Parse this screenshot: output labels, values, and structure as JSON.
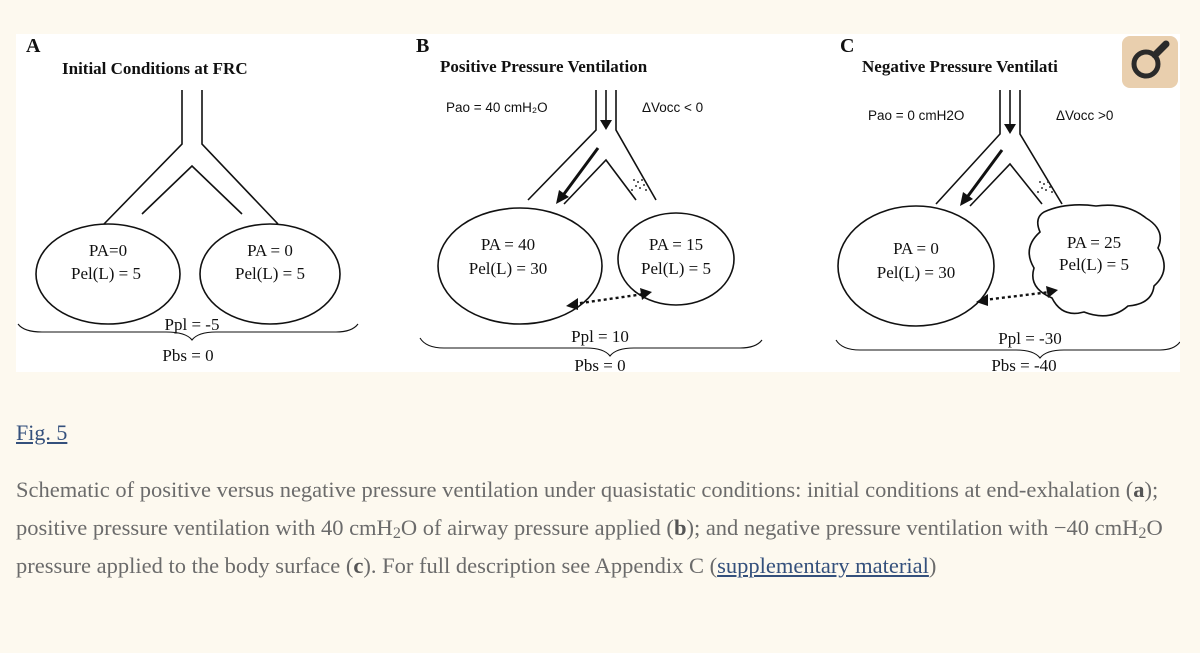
{
  "figure": {
    "panels": [
      {
        "letter": "A",
        "title": "Initial Conditions at FRC",
        "left_alveolus": {
          "pa": "PA=0",
          "pel": "Pel(L) = 5"
        },
        "right_alveolus": {
          "pa": "PA = 0",
          "pel": "Pel(L) = 5"
        },
        "ppl": "Ppl = -5",
        "pbs": "Pbs = 0"
      },
      {
        "letter": "B",
        "title": "Positive Pressure Ventilation",
        "pao": "Pao = 40 cmH₂O",
        "dvocc": "ΔVocc < 0",
        "left_alveolus": {
          "pa": "PA = 40",
          "pel": "Pel(L) = 30"
        },
        "right_alveolus": {
          "pa": "PA = 15",
          "pel": "Pel(L) = 5"
        },
        "ppl": "Ppl = 10",
        "pbs": "Pbs = 0"
      },
      {
        "letter": "C",
        "title": "Negative Pressure Ventilati",
        "pao": "Pao = 0 cmH2O",
        "dvocc": "ΔVocc >0",
        "left_alveolus": {
          "pa": "PA = 0",
          "pel": "Pel(L) = 30"
        },
        "right_alveolus": {
          "pa": "PA = 25",
          "pel": "Pel(L) = 5"
        },
        "ppl": "Ppl = -30",
        "pbs": "Pbs = -40"
      }
    ]
  },
  "fig_link": "Fig. 5",
  "caption": {
    "part1": "Schematic of positive versus negative pressure ventilation under quasistatic conditions: initial conditions at end-exhalation (",
    "a": "a",
    "part2": "); positive pressure ventilation with 40 cmH",
    "sub2a": "2",
    "part3": "O of airway pressure applied (",
    "b": "b",
    "part4": "); and negative pressure ventilation with −40 cmH",
    "sub2b": "2",
    "part5": "O pressure applied to the body surface (",
    "c": "c",
    "part6": "). For full description see Appendix C (",
    "link": "supplementary material",
    "part7": ")"
  },
  "icons": {
    "magnifier": "magnifier-icon"
  }
}
